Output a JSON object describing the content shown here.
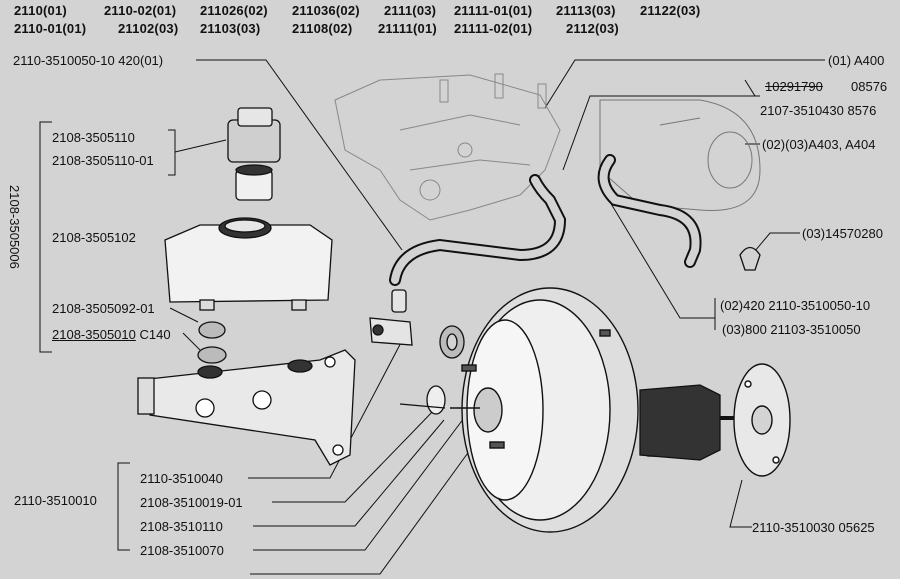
{
  "header": {
    "row1": [
      "2110(01)",
      "2110-02(01)",
      "211026(02)",
      "211036(02)",
      "2111(03)",
      "21111-01(01)",
      "21113(03)",
      "21122(03)"
    ],
    "row2": [
      "2110-01(01)",
      "21102(03)",
      "21103(03)",
      "21108(02)",
      "21111(01)",
      "21111-02(01)",
      "2112(03)"
    ]
  },
  "labels": {
    "hose_top": "2110-3510050-10 420(01)",
    "a400": "(01) A400",
    "p10291790": "10291790",
    "p08576": "08576",
    "p2107": "2107-3510430 8576",
    "a403": "(02)(03)A403, A404",
    "clamp": "(03)14570280",
    "hose_02": "(02)420 2110-3510050-10",
    "hose_03": "(03)800   21103-3510050",
    "cap1": "2108-3505110",
    "cap2": "2108-3505110-01",
    "reservoir": "2108-3505102",
    "grommet": "2108-3505092-01",
    "master_cyl": "2108-3505010",
    "master_cyl_suffix": "C140",
    "assembly_vertical": "2108-3505006",
    "booster_assy": "2110-3510010",
    "b1": "2110-3510040",
    "b2": "2108-3510019-01",
    "b3": "2108-3510110",
    "b4": "2108-3510070",
    "gasket": "2110-3510030 05625"
  }
}
